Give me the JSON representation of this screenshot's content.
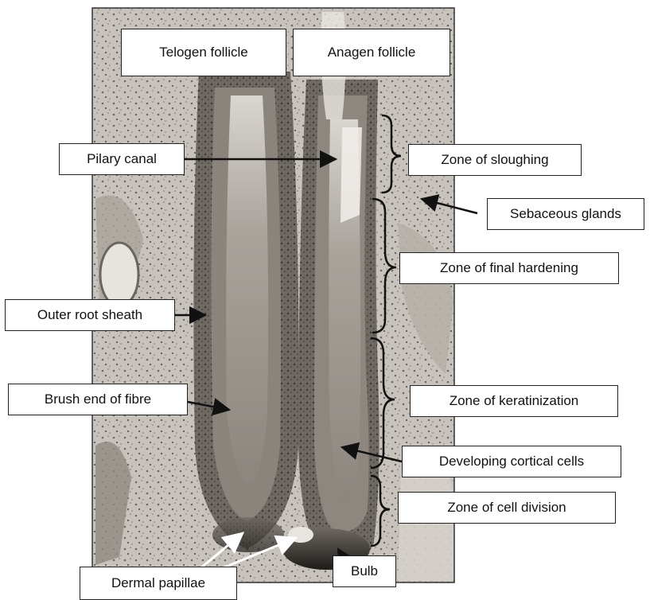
{
  "labels": {
    "telogen_follicle": "Telogen follicle",
    "anagen_follicle": "Anagen follicle",
    "pilary_canal": "Pilary canal",
    "zone_of_sloughing": "Zone of sloughing",
    "sebaceous_glands": "Sebaceous glands",
    "zone_of_final_hardening": "Zone of final hardening",
    "outer_root_sheath": "Outer root sheath",
    "brush_end_of_fibre": "Brush end of fibre",
    "zone_of_keratinization": "Zone of keratinization",
    "developing_cortical_cells": "Developing cortical cells",
    "zone_of_cell_division": "Zone of cell division",
    "bulb": "Bulb",
    "dermal_papillae": "Dermal papillae"
  },
  "colors": {
    "tissue_background": "#b9b4ad",
    "follicle_sheath": "#7a746d",
    "hair_shaft": "#9b958e",
    "bulb_dark": "#2a2622",
    "label_border": "#222222"
  }
}
